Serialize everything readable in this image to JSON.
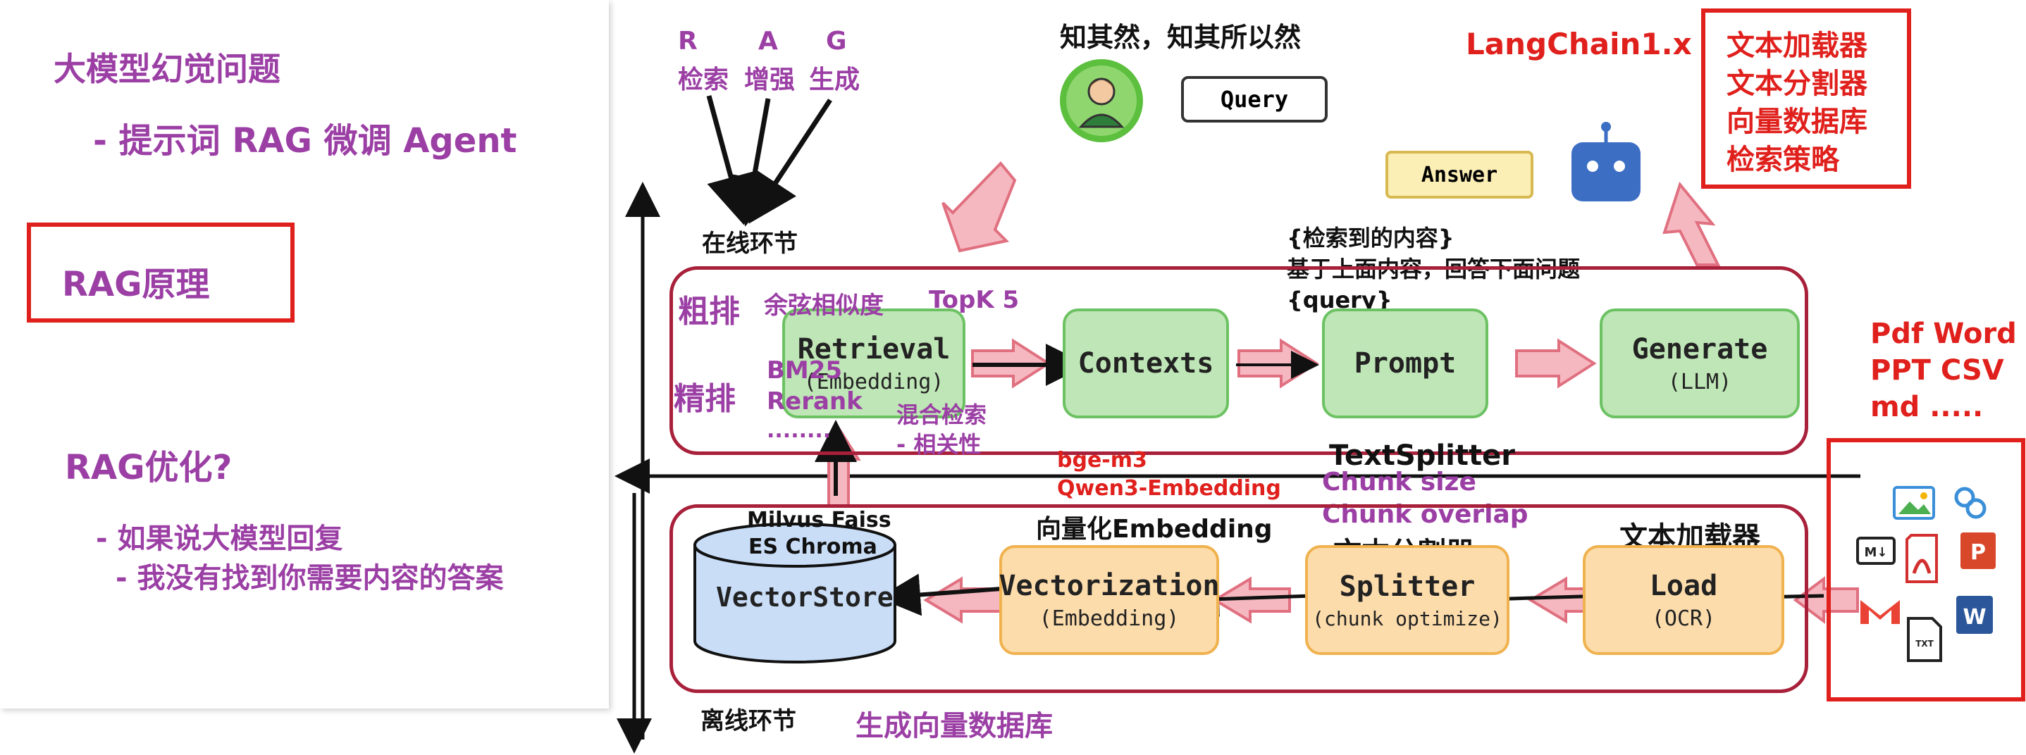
{
  "left": {
    "title": "大模型幻觉问题",
    "subtitle": "- 提示词 RAG 微调 Agent",
    "rag_principle": "RAG原理",
    "rag_opt": "RAG优化?",
    "bullet1": "- 如果说大模型回复",
    "bullet2": "- 我没有找到你需要内容的答案"
  },
  "rag_letters": {
    "r": "R",
    "a": "A",
    "g": "G",
    "r_cn": "检索",
    "a_cn": "增强",
    "g_cn": "生成"
  },
  "online_label": "在线环节",
  "offline_label": "离线环节",
  "top_caption": "知其然，知其所以然",
  "query_label": "Query",
  "answer_label": "Answer",
  "langchain_label": "LangChain1.x",
  "langchain_box": [
    "文本加载器",
    "文本分割器",
    "向量数据库",
    "检索策略"
  ],
  "prompt_template": [
    "{检索到的内容}",
    "基于上面内容，回答下面问题",
    "{query}"
  ],
  "online": {
    "coarse": "粗排",
    "fine": "精排",
    "cosine": "余弦相似度",
    "topk": "TopK 5",
    "bm25": "BM25",
    "rerank": "Rerank",
    "dots": "........",
    "hybrid": "混合检索",
    "relevance": "- 相关性",
    "retrieval": {
      "title": "Retrieval",
      "sub": "(Embedding)"
    },
    "contexts": {
      "title": "Contexts"
    },
    "prompt": {
      "title": "Prompt"
    },
    "generate": {
      "title": "Generate",
      "sub": "(LLM)"
    }
  },
  "embed_models": [
    "bge-m3",
    "Qwen3-Embedding"
  ],
  "text_splitter": "TextSplitter",
  "chunk_size": "Chunk size",
  "chunk_overlap": "Chunk overlap",
  "file_types": [
    "Pdf Word",
    "PPT  CSV",
    "md ....."
  ],
  "offline": {
    "db_names": [
      "Milvus  Faiss",
      "ES  Chroma"
    ],
    "vectorize_cn": "向量化Embedding",
    "splitter_cn": "文本分割器",
    "loader_cn": "文本加载器",
    "vectorstore": "VectorStore",
    "vectorization": {
      "title": "Vectorization",
      "sub": "(Embedding)"
    },
    "splitter": {
      "title": "Splitter",
      "sub": "(chunk optimize)"
    },
    "load": {
      "title": "Load",
      "sub": "(OCR)"
    },
    "gen_db": "生成向量数据库"
  },
  "icons": [
    "user-avatar-icon",
    "robot-icon",
    "image-file-icon",
    "link-icon",
    "markdown-icon",
    "pdf-icon",
    "powerpoint-icon",
    "gmail-icon",
    "word-icon",
    "txt-file-icon"
  ],
  "colors": {
    "purple": "#9b3fa5",
    "red": "#e0201c",
    "stage_border": "#a8203a",
    "green_fill": "#bfe6b6",
    "orange_fill": "#fcdcab",
    "arrow_pink": "#f6b8c0"
  }
}
